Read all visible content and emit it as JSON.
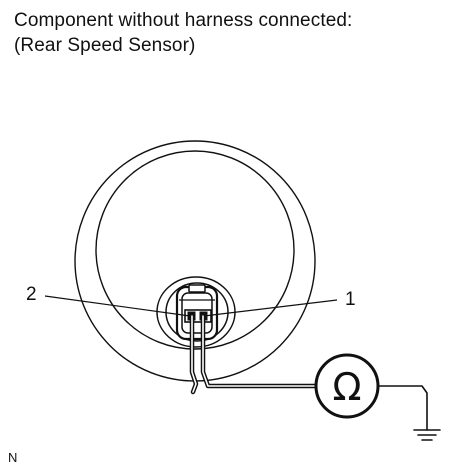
{
  "heading": {
    "line1": "Component without harness connected:",
    "line2": "(Rear Speed Sensor)"
  },
  "pins": {
    "left": "2",
    "right": "1"
  },
  "meter": {
    "symbol": "Ω",
    "icon": "ohmmeter-icon"
  },
  "ground": {
    "icon": "ground-symbol-icon"
  },
  "corner_mark": "N",
  "colors": {
    "line": "#111111",
    "background": "#ffffff"
  }
}
